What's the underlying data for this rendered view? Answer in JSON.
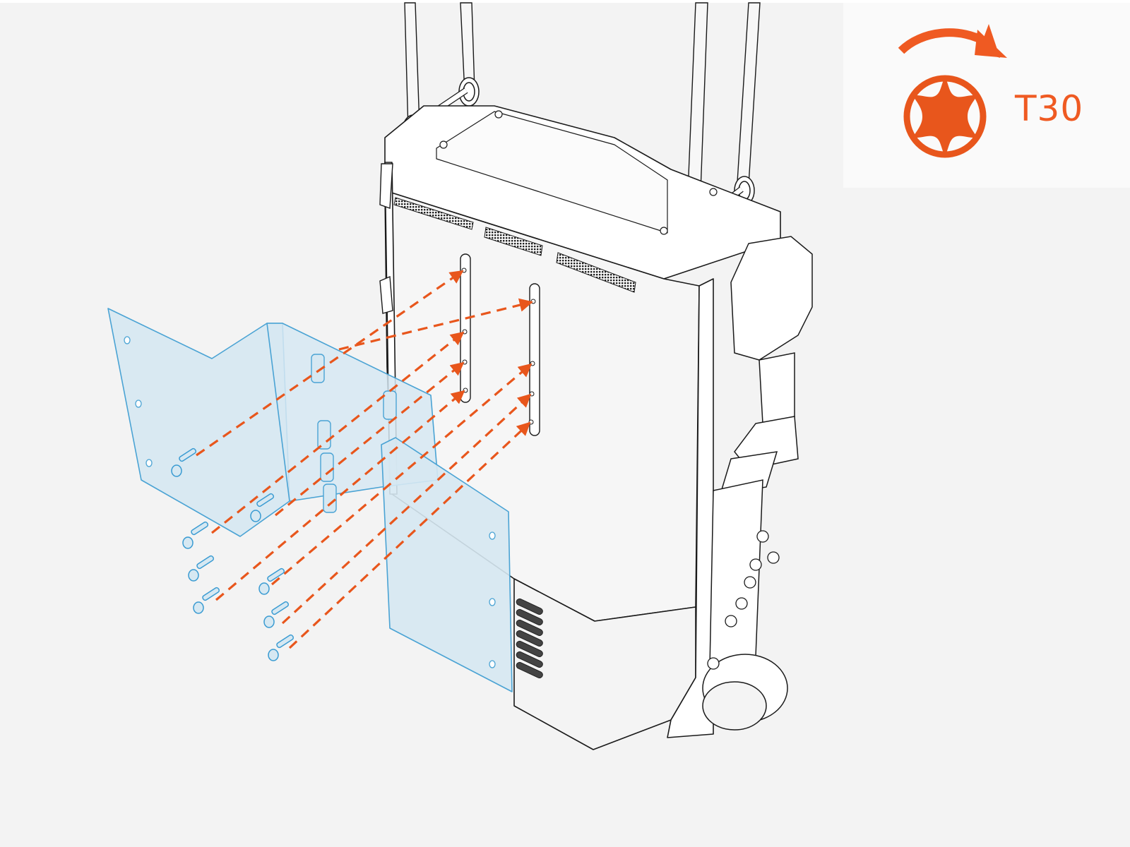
{
  "figure": {
    "type": "exploded-assembly-illustration",
    "description": "Mounting bracket attached to back of unit with eight screws into two vertical rails",
    "colors": {
      "background": "#f3f3f3",
      "panel_background": "#fafafa",
      "line_art": "#1a1a1a",
      "housing_fill": "#ffffff",
      "bracket_fill": "#d6e8f2",
      "bracket_stroke": "#4aa3d4",
      "screw_stroke": "#3a9bd2",
      "arrow": "#e8561c",
      "tool_icon": "#e8561c",
      "tool_text": "#ef5a22"
    }
  },
  "tool_badge": {
    "icon": "torx-driver-icon",
    "rotation": "clockwise-arrow-icon",
    "label": "T30"
  },
  "parts": {
    "screws_count": 8,
    "rails_count": 2,
    "holes_per_rail": 4,
    "vent_slots": 7
  }
}
